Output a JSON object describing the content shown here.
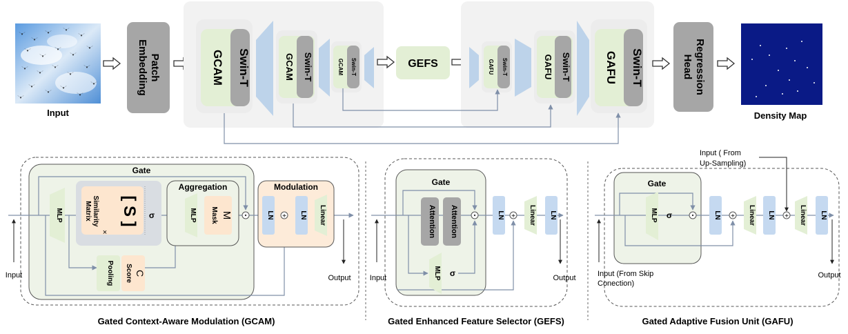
{
  "top": {
    "input_label": "Input",
    "patch_embedding": [
      "Patch",
      "Embedding"
    ],
    "gcam": "GCAM",
    "swin": "Swin-T",
    "gafu": "GAFU",
    "gefs": "GEFS",
    "regression_head": [
      "Regression",
      "Head"
    ],
    "density_map_label": "Density Map"
  },
  "gcam_panel": {
    "gate": "Gate",
    "mlp": "MLP",
    "similarity_symbol": "[ S ]",
    "similarity_matrix": [
      "Similarity",
      "Matrix"
    ],
    "sigma": "σ",
    "times": "×",
    "aggregation": "Aggregation",
    "mask_symbol": "M",
    "mask": "Mask",
    "pooling": "Pooling",
    "score_symbol": "C",
    "score": "Score",
    "modulation": "Modulation",
    "ln": "LN",
    "plus": "+",
    "linear": "Linear",
    "input": "Input",
    "output": "Output",
    "caption": "Gated Context-Aware Modulation (GCAM)"
  },
  "gefs_panel": {
    "gate": "Gate",
    "attention": "Attention",
    "mlp": "MLP",
    "sigma": "σ",
    "ln": "LN",
    "plus": "+",
    "linear": "Linear",
    "input": "Input",
    "output": "Output",
    "caption": "Gated Enhanced Feature Selector (GEFS)"
  },
  "gafu_panel": {
    "gate": "Gate",
    "mlp": "MLP",
    "sigma": "σ",
    "ln": "LN",
    "plus": "+",
    "linear": "Linear",
    "input_upsampling": [
      "Input ( From",
      "Up-Sampling)"
    ],
    "input_skip": [
      "Input (From Skip",
      "Conection)"
    ],
    "output": "Output",
    "caption": "Gated Adaptive Fusion Unit (GAFU)"
  },
  "colors": {
    "gray_box": "#a6a6a6",
    "green_block": "#e3efd5",
    "blue_block": "#c5d9f0",
    "orange_panel": "#fdebd9",
    "trapezoid": "#bdd3ea",
    "backdrop": "#f2f2f2",
    "density_bg": "#0a1a86"
  },
  "icons": {
    "input_image": "birds-sky-image",
    "arrow": "hollow-right-arrow"
  }
}
